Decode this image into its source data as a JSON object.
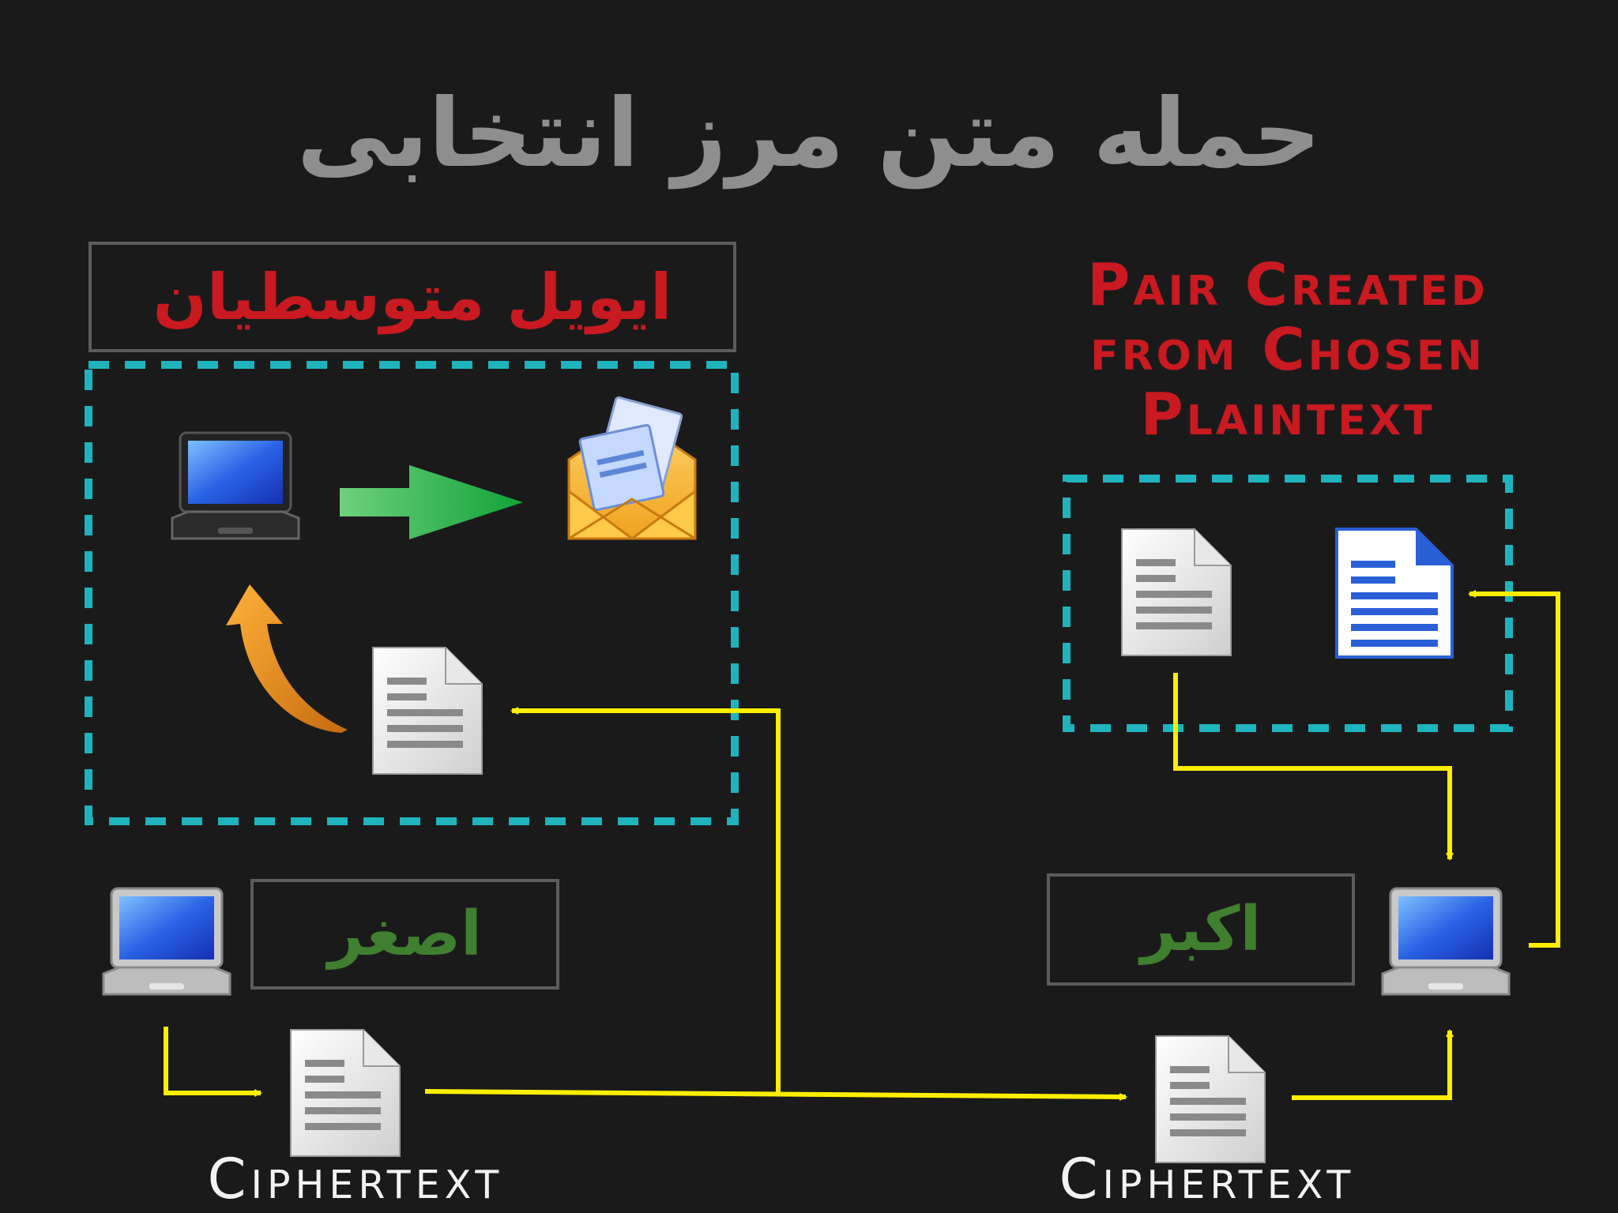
{
  "title": "حمله متن مرز انتخابی",
  "attacker_label": "ایویل متوسطیان",
  "sender_label": "اصغر",
  "receiver_label": "اکبر",
  "pair_caption": [
    "Pair Created",
    "from Chosen",
    "Plaintext"
  ],
  "ciphertext_left": "Ciphertext",
  "ciphertext_right": "Ciphertext",
  "icons": [
    "laptop-icon",
    "right-arrow-icon",
    "envelope-icon",
    "curved-arrow-icon",
    "document-icon",
    "blue-document-icon"
  ],
  "colors": {
    "background": "#1b1a1b",
    "dashed_box": "#1fb3bd",
    "flow_arrows": "#ffee00",
    "attacker_text": "#c81a20",
    "user_text": "#3f7f2f",
    "title": "#8e8e8e"
  }
}
